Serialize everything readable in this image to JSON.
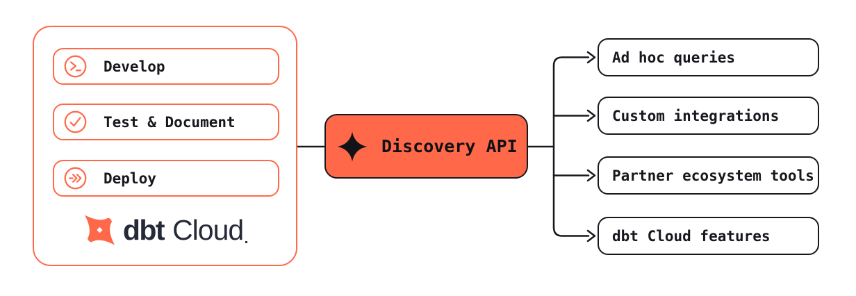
{
  "diagram": {
    "source_group": {
      "items": [
        {
          "label": "Develop",
          "icon": "terminal-icon"
        },
        {
          "label": "Test & Document",
          "icon": "check-circle-icon"
        },
        {
          "label": "Deploy",
          "icon": "deploy-arrows-icon"
        }
      ],
      "logo": {
        "brand": "dbt",
        "product": "Cloud"
      }
    },
    "hub": {
      "label": "Discovery API",
      "icon": "sparkle-diamond-icon"
    },
    "consumers": [
      {
        "label": "Ad hoc queries"
      },
      {
        "label": "Custom integrations"
      },
      {
        "label": "Partner ecosystem tools"
      },
      {
        "label": "dbt Cloud features"
      }
    ],
    "colors": {
      "accent_orange": "#FF694A",
      "ink_black": "#16181D",
      "brand_navy": "#262A38",
      "background": "#FFFFFF"
    }
  }
}
